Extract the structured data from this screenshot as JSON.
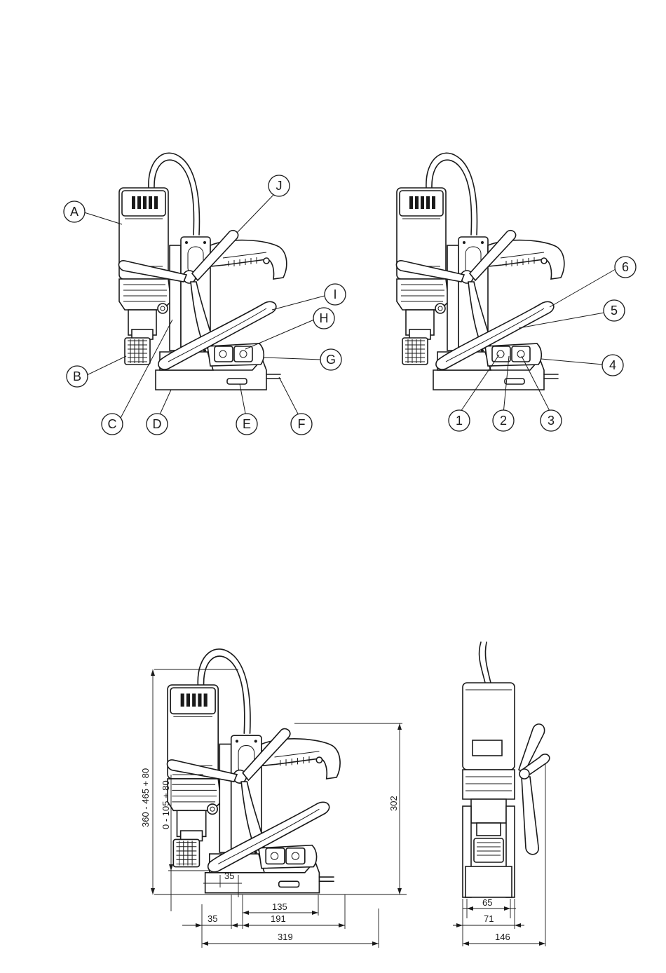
{
  "callouts_left": [
    {
      "id": "A",
      "label": "A"
    },
    {
      "id": "B",
      "label": "B"
    },
    {
      "id": "C",
      "label": "C"
    },
    {
      "id": "D",
      "label": "D"
    },
    {
      "id": "E",
      "label": "E"
    },
    {
      "id": "F",
      "label": "F"
    },
    {
      "id": "G",
      "label": "G"
    },
    {
      "id": "H",
      "label": "H"
    },
    {
      "id": "I",
      "label": "I"
    },
    {
      "id": "J",
      "label": "J"
    }
  ],
  "callouts_right": [
    {
      "id": "1",
      "label": "1"
    },
    {
      "id": "2",
      "label": "2"
    },
    {
      "id": "3",
      "label": "3"
    },
    {
      "id": "4",
      "label": "4"
    },
    {
      "id": "5",
      "label": "5"
    },
    {
      "id": "6",
      "label": "6"
    }
  ],
  "dimensions_side": {
    "total_height": "360 - 465 + 80",
    "stroke": "0 - 105 + 80",
    "spindle_offset": "35",
    "frame_height": "302",
    "base_inner": "135",
    "base_length": "191",
    "front_offset": "35",
    "overall_length": "319"
  },
  "dimensions_front": {
    "magnet_width": "65",
    "base_width": "71",
    "overall_width": "146"
  }
}
